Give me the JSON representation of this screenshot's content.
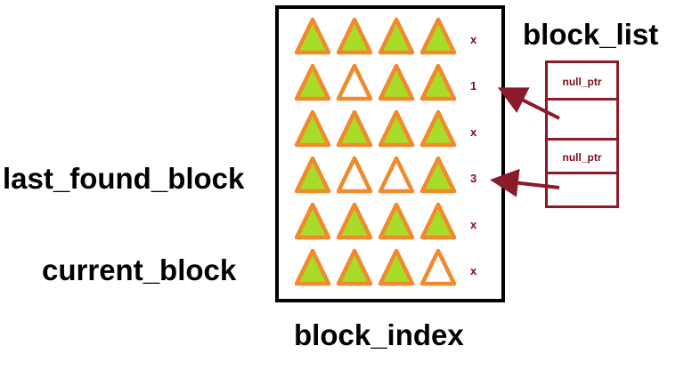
{
  "labels": {
    "last_found_block": "last_found_block",
    "current_block": "current_block",
    "block_list": "block_list",
    "block_index": "block_index"
  },
  "block_index": {
    "rows": [
      {
        "marker": "x",
        "blocks": [
          "filled",
          "filled",
          "filled",
          "filled"
        ]
      },
      {
        "marker": "1",
        "blocks": [
          "filled",
          "empty",
          "filled",
          "filled"
        ]
      },
      {
        "marker": "x",
        "blocks": [
          "filled",
          "filled",
          "filled",
          "filled"
        ]
      },
      {
        "marker": "3",
        "blocks": [
          "filled",
          "empty",
          "empty",
          "filled"
        ]
      },
      {
        "marker": "x",
        "blocks": [
          "filled",
          "filled",
          "filled",
          "filled"
        ]
      },
      {
        "marker": "x",
        "blocks": [
          "filled",
          "filled",
          "filled",
          "empty"
        ]
      }
    ]
  },
  "block_list": {
    "cells": [
      "null_ptr",
      "",
      "null_ptr",
      ""
    ]
  },
  "colors": {
    "triangle_fill": "#a8dc28",
    "triangle_stroke": "#f08a2c",
    "pointer": "#8b1a2b",
    "marker_text": "#7a0d1e"
  }
}
